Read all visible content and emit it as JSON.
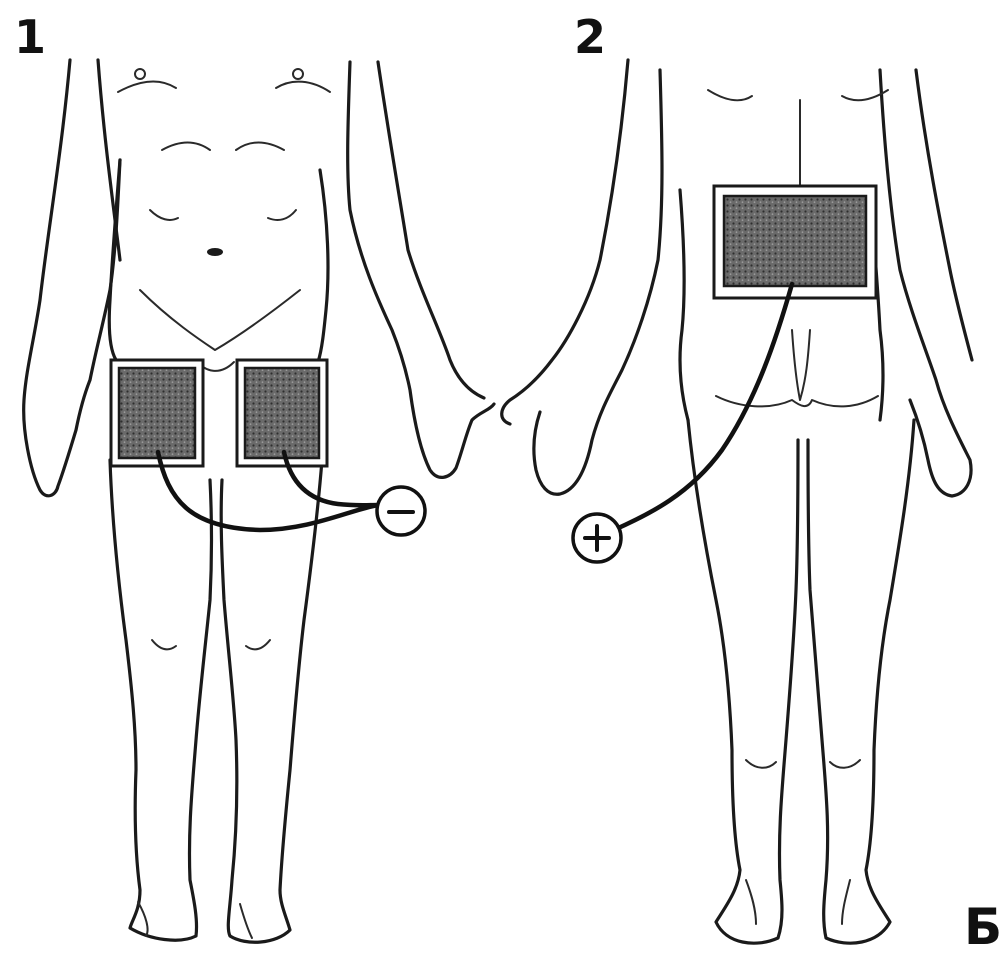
{
  "figure": {
    "labels": {
      "front_view": "1",
      "back_view": "2",
      "panel": "Б"
    },
    "terminals": {
      "negative": "−",
      "positive": "+"
    },
    "colors": {
      "ink": "#1a1a1a",
      "electrode_fill": "#5a5a5a",
      "background": "#ffffff"
    }
  }
}
